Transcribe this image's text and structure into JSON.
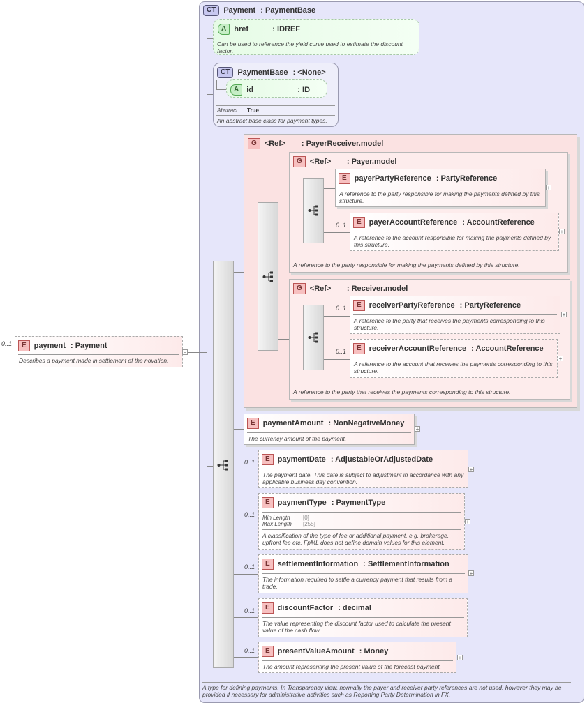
{
  "root": {
    "occurrence": "0..1",
    "badge": "E",
    "name": "payment",
    "type": ": Payment",
    "description": "Describes a payment made in settlement of the novation."
  },
  "complex_type": {
    "badge": "CT",
    "name": "Payment",
    "type": ": PaymentBase",
    "description": "A type for defining payments. In Transparency view, normally the payer and receiver party references are not used; however they may be provided if necessary for administrative activities such as Reporting Party Determination in FX."
  },
  "href_attr": {
    "badge": "A",
    "name": "href",
    "type": ": IDREF",
    "description": "Can be used to reference the yield curve used to estimate the discount factor."
  },
  "base_type": {
    "badge": "CT",
    "name": "PaymentBase",
    "type": ": <None>",
    "id_attr": {
      "badge": "A",
      "name": "id",
      "type": ": ID"
    },
    "abstract_label": "Abstract",
    "abstract_value": "True",
    "description": "An abstract base class for payment types."
  },
  "payer_receiver_group": {
    "badge": "G",
    "ref": "<Ref>",
    "name": ": PayerReceiver.model"
  },
  "payer_group": {
    "badge": "G",
    "ref": "<Ref>",
    "name": ": Payer.model",
    "description": "A reference to the party responsible for making the payments defined by this structure."
  },
  "payer_party_ref": {
    "badge": "E",
    "name": "payerPartyReference",
    "type": ": PartyReference",
    "description": "A reference to the party responsible for making the payments defined by this structure."
  },
  "payer_account_ref": {
    "occurrence": "0..1",
    "badge": "E",
    "name": "payerAccountReference",
    "type": ": AccountReference",
    "description": "A reference to the account responsible for making the payments defined by this structure."
  },
  "receiver_group": {
    "badge": "G",
    "ref": "<Ref>",
    "name": ": Receiver.model",
    "description": "A reference to the party that receives the payments corresponding to this structure."
  },
  "receiver_party_ref": {
    "occurrence": "0..1",
    "badge": "E",
    "name": "receiverPartyReference",
    "type": ": PartyReference",
    "description": "A reference to the party that receives the payments corresponding to this structure."
  },
  "receiver_account_ref": {
    "occurrence": "0..1",
    "badge": "E",
    "name": "receiverAccountReference",
    "type": ": AccountReference",
    "description": "A reference to the account that receives the payments corresponding to this structure."
  },
  "payment_amount": {
    "badge": "E",
    "name": "paymentAmount",
    "type": ": NonNegativeMoney",
    "description": "The currency amount of the payment."
  },
  "payment_date": {
    "occurrence": "0..1",
    "badge": "E",
    "name": "paymentDate",
    "type": ": AdjustableOrAdjustedDate",
    "description": "The payment date. This date is subject to adjustment in accordance with any applicable business day convention."
  },
  "payment_type": {
    "occurrence": "0..1",
    "badge": "E",
    "name": "paymentType",
    "type": ": PaymentType",
    "min_length_label": "Min Length",
    "min_length_value": "[0]",
    "max_length_label": "Max Length",
    "max_length_value": "[255]",
    "description": "A classification of the type of fee or additional payment, e.g. brokerage, upfront fee etc. FpML does not define domain values for this element."
  },
  "settlement_information": {
    "occurrence": "0..1",
    "badge": "E",
    "name": "settlementInformation",
    "type": ": SettlementInformation",
    "description": "The information required to settle a currency payment that results from a trade."
  },
  "discount_factor": {
    "occurrence": "0..1",
    "badge": "E",
    "name": "discountFactor",
    "type": ": decimal",
    "description": "The value representing the discount factor used to calculate the present value of the cash flow."
  },
  "present_value_amount": {
    "occurrence": "0..1",
    "badge": "E",
    "name": "presentValueAmount",
    "type": ": Money",
    "description": "The amount representing the present value of the forecast payment."
  },
  "expand_symbol": "+",
  "collapse_symbol": "−"
}
